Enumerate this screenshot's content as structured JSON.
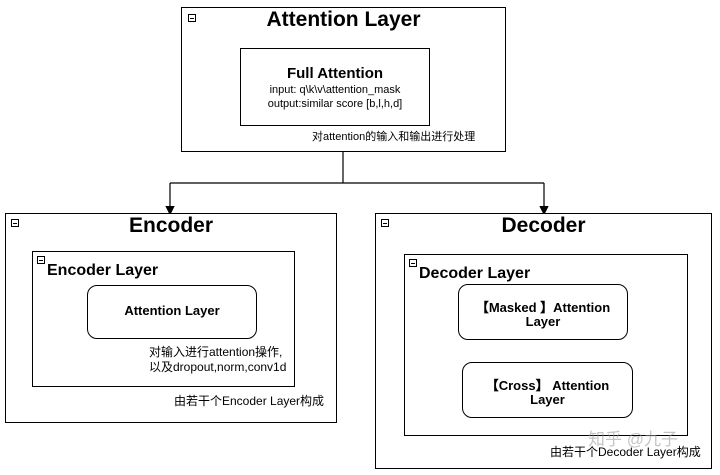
{
  "attention_layer": {
    "title": "Attention Layer",
    "full_attention": {
      "title": "Full Attention",
      "input": "input: q\\k\\v\\attention_mask",
      "output": "output:similar score [b,l,h,d]"
    },
    "note": "对attention的输入和输出进行处理"
  },
  "encoder": {
    "title": "Encoder",
    "layer_title": "Encoder Layer",
    "attention_label": "Attention Layer",
    "layer_note_line1": "对输入进行attention操作,",
    "layer_note_line2": "以及dropout,norm,conv1d",
    "note": "由若干个Encoder Layer构成"
  },
  "decoder": {
    "title": "Decoder",
    "layer_title": "Decoder Layer",
    "masked_line1": "【Masked 】Attention",
    "masked_line2": "Layer",
    "cross_line1": "【Cross】 Attention",
    "cross_line2": "Layer",
    "note": "由若干个Decoder Layer构成"
  },
  "watermark": "知乎 @九子"
}
